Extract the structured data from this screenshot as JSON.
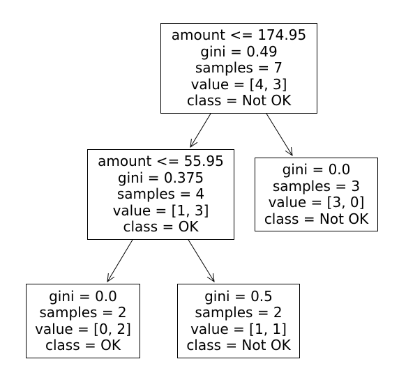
{
  "tree": {
    "nodes": {
      "root": {
        "split": "amount <= 174.95",
        "gini": "gini = 0.49",
        "samples": "samples = 7",
        "value": "value = [4, 3]",
        "class": "class = Not OK"
      },
      "left": {
        "split": "amount <= 55.95",
        "gini": "gini = 0.375",
        "samples": "samples = 4",
        "value": "value = [1, 3]",
        "class": "class = OK"
      },
      "right": {
        "gini": "gini = 0.0",
        "samples": "samples = 3",
        "value": "value = [3, 0]",
        "class": "class = Not OK"
      },
      "left_left": {
        "gini": "gini = 0.0",
        "samples": "samples = 2",
        "value": "value = [0, 2]",
        "class": "class = OK"
      },
      "left_right": {
        "gini": "gini = 0.5",
        "samples": "samples = 2",
        "value": "value = [1, 1]",
        "class": "class = Not OK"
      }
    }
  }
}
